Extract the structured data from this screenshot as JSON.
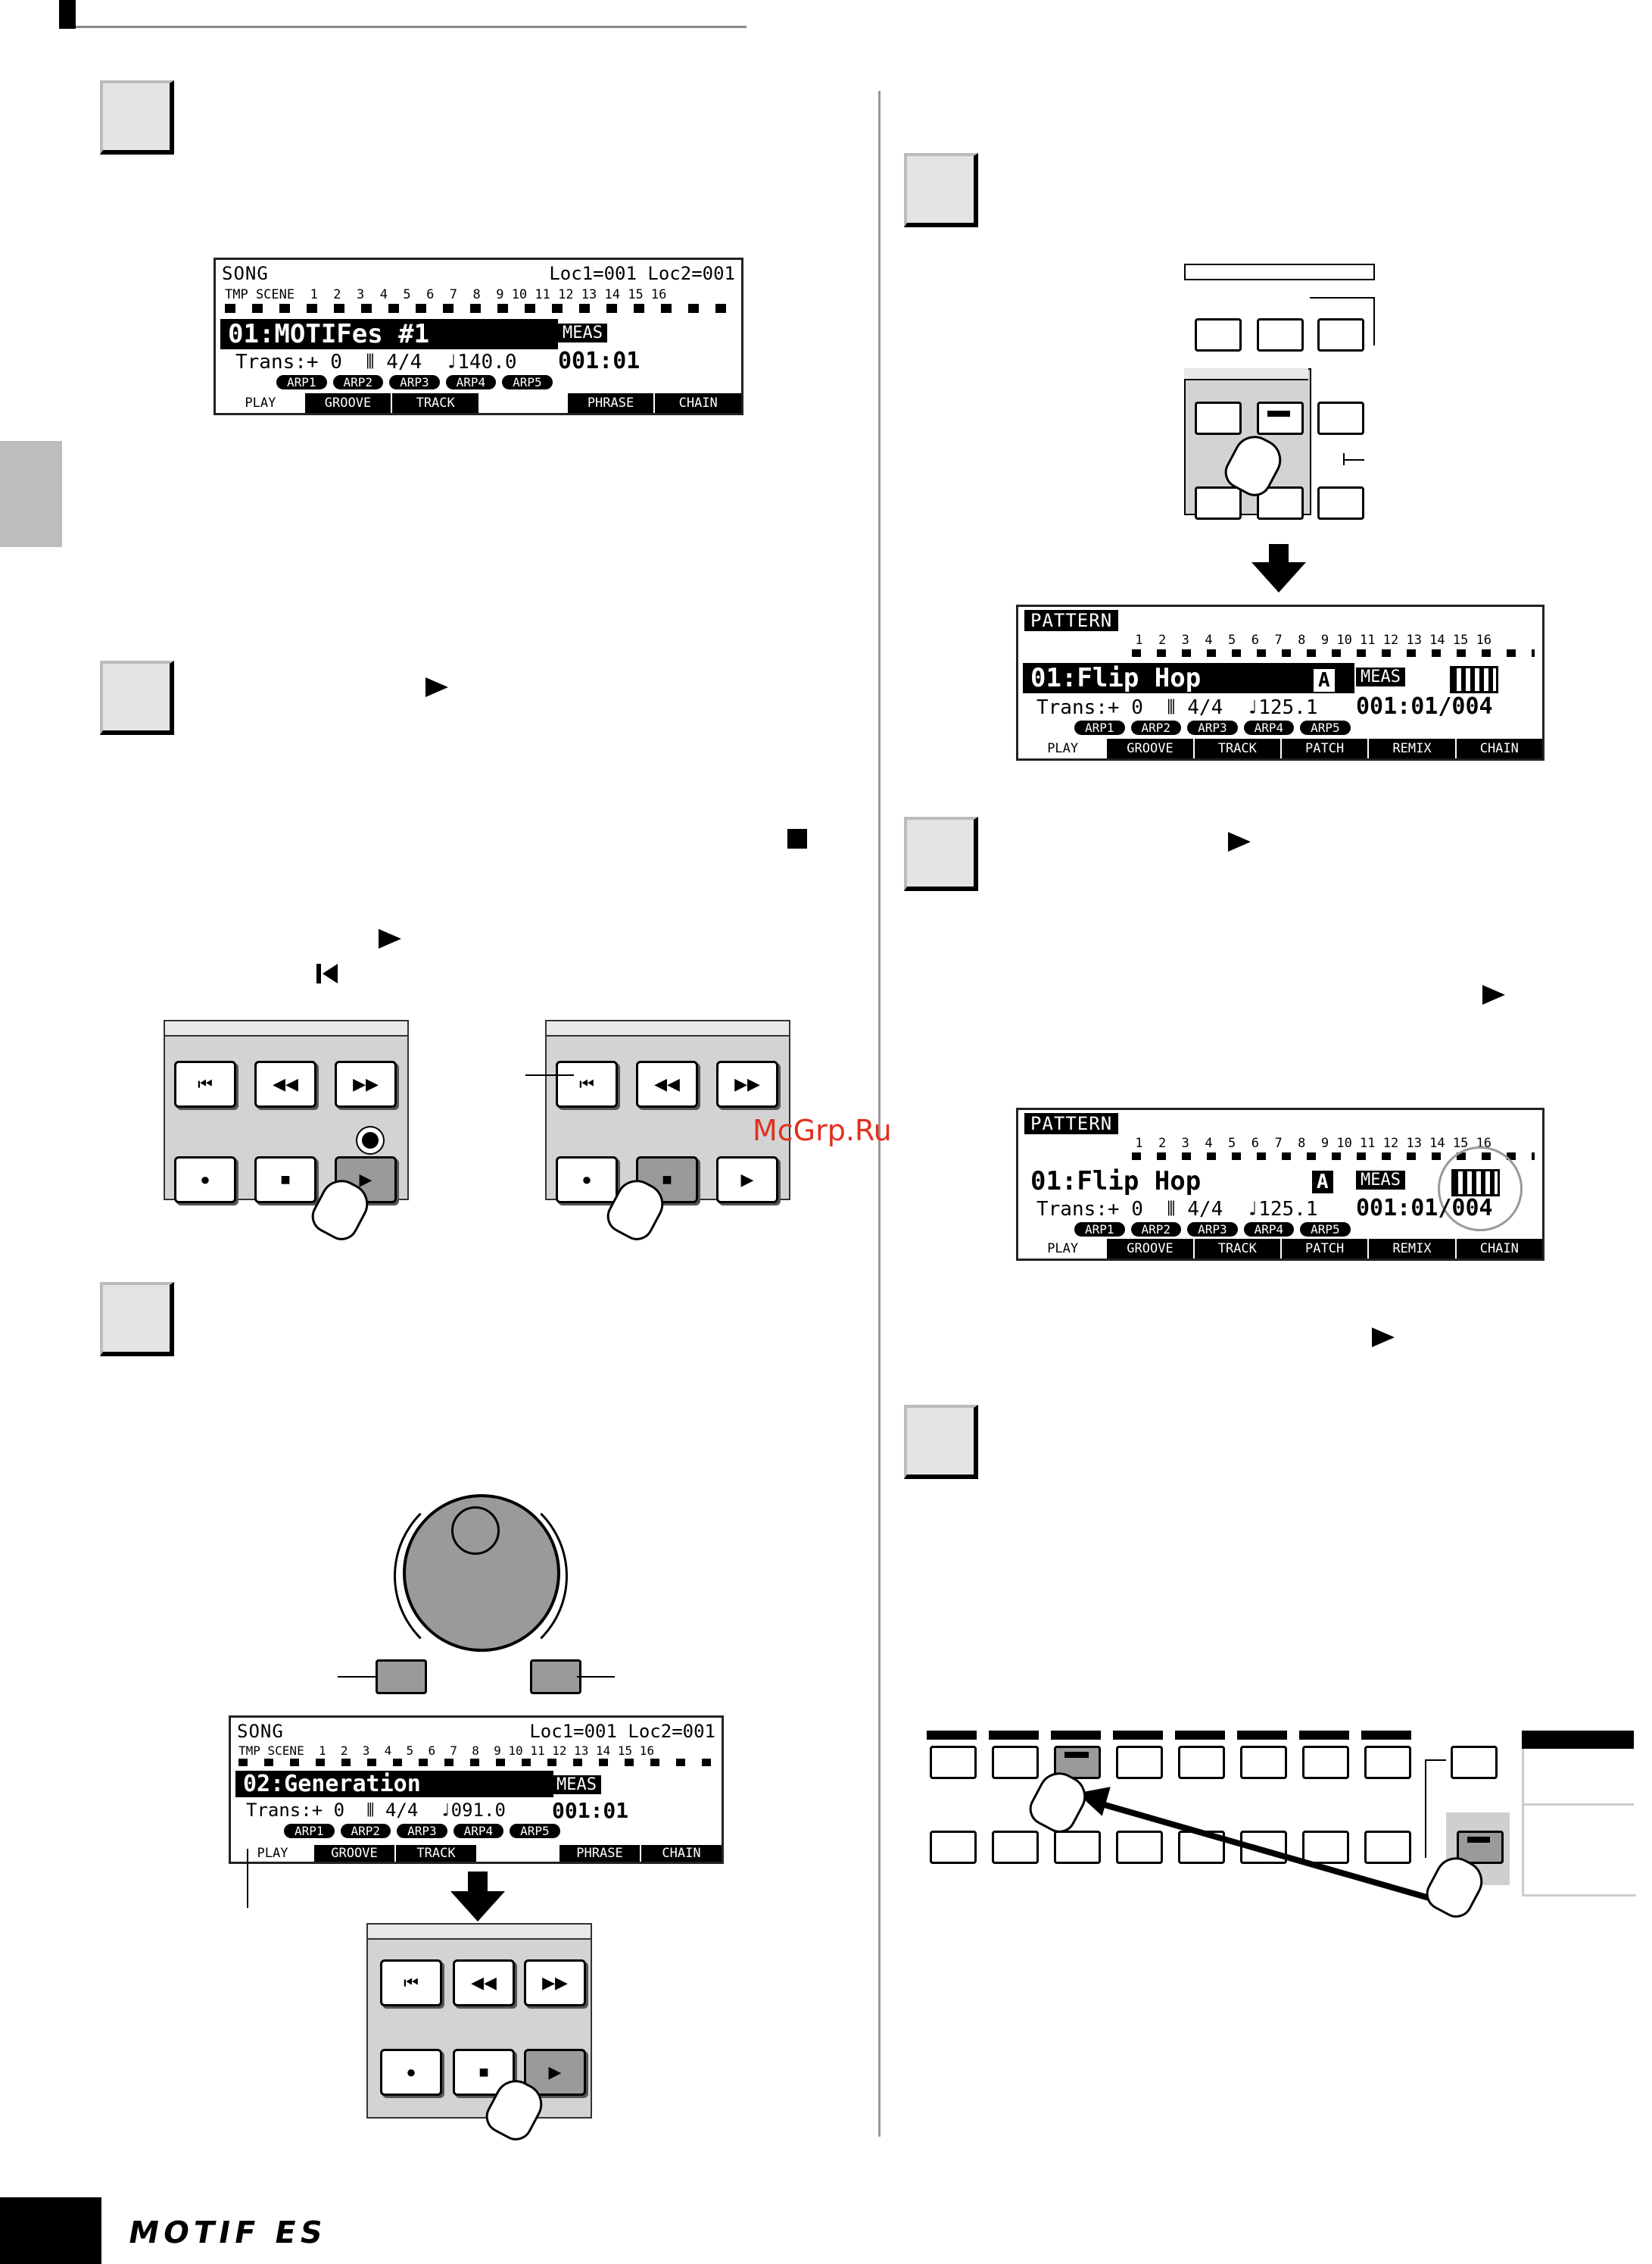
{
  "page": {
    "watermark": "McGrp.Ru",
    "brand_logo": "MOTIF ES"
  },
  "song_display_1": {
    "mode": "SONG",
    "loc": "Loc1=001 Loc2=001",
    "track_header": "TMP SCENE  1  2  3  4  5  6  7  8  9 10 11 12 13 14 15 16",
    "name": "01:MOTIFes #1",
    "trans": "Trans:+ 0  ⦀ 4/4  ♩140.0",
    "meas_label": "MEAS",
    "meas_value": "001:01",
    "arps": [
      "ARP1",
      "ARP2",
      "ARP3",
      "ARP4",
      "ARP5"
    ],
    "tabs": [
      "PLAY",
      "GROOVE",
      "TRACK",
      "",
      "PHRASE",
      "CHAIN"
    ]
  },
  "song_display_2": {
    "mode": "SONG",
    "loc": "Loc1=001 Loc2=001",
    "track_header": "TMP SCENE  1  2  3  4  5  6  7  8  9 10 11 12 13 14 15 16",
    "name": "02:Generation",
    "trans": "Trans:+ 0  ⦀ 4/4  ♩091.0",
    "meas_label": "MEAS",
    "meas_value": "001:01",
    "arps": [
      "ARP1",
      "ARP2",
      "ARP3",
      "ARP4",
      "ARP5"
    ],
    "tabs": [
      "PLAY",
      "GROOVE",
      "TRACK",
      "",
      "PHRASE",
      "CHAIN"
    ]
  },
  "pattern_display_1": {
    "mode": "PATTERN",
    "track_header": " 1  2  3  4  5  6  7  8  9 10 11 12 13 14 15 16",
    "name": "01:Flip Hop",
    "section": "A",
    "trans": "Trans:+ 0  ⦀ 4/4  ♩125.1",
    "meas_label": "MEAS",
    "meas_value": "001:01/004",
    "arps": [
      "ARP1",
      "ARP2",
      "ARP3",
      "ARP4",
      "ARP5"
    ],
    "tabs": [
      "PLAY",
      "GROOVE",
      "TRACK",
      "PATCH",
      "REMIX",
      "CHAIN"
    ]
  },
  "pattern_display_2": {
    "mode": "PATTERN",
    "track_header": " 1  2  3  4  5  6  7  8  9 10 11 12 13 14 15 16",
    "name": "01:Flip Hop",
    "section": "A",
    "trans": "Trans:+ 0  ⦀ 4/4  ♩125.1",
    "meas_label": "MEAS",
    "meas_value": "001:01/004",
    "arps": [
      "ARP1",
      "ARP2",
      "ARP3",
      "ARP4",
      "ARP5"
    ],
    "tabs": [
      "PLAY",
      "GROOVE",
      "TRACK",
      "PATCH",
      "REMIX",
      "CHAIN"
    ]
  },
  "transport_icons": {
    "top": [
      "⏮",
      "◀◀",
      "▶▶"
    ],
    "bottom": [
      "●",
      "■",
      "▶"
    ]
  }
}
